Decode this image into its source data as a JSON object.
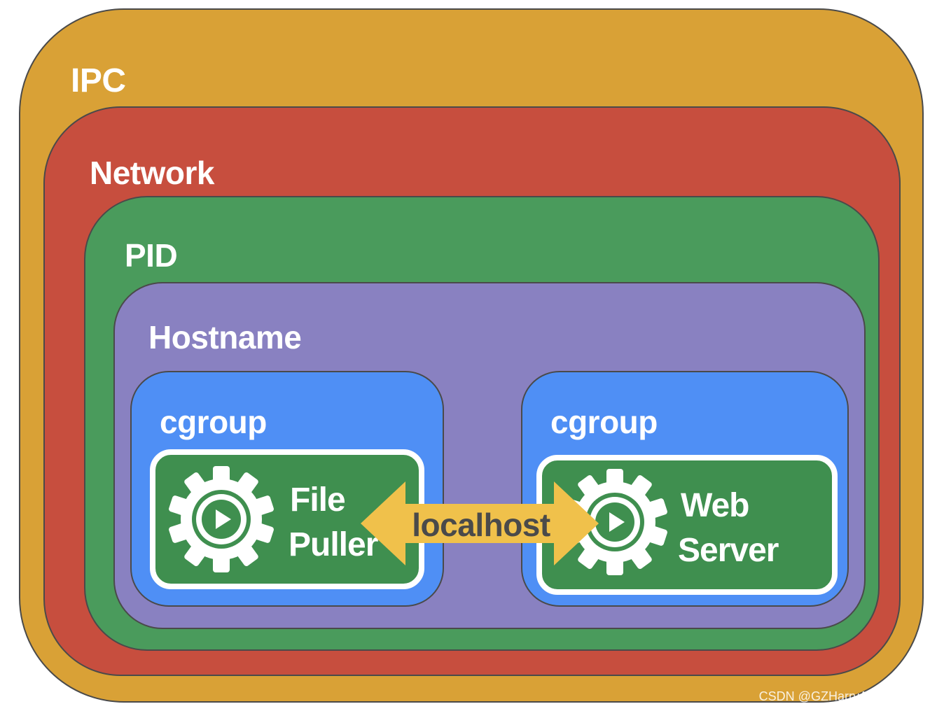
{
  "layers": {
    "ipc": {
      "label": "IPC",
      "color": "#d9a136"
    },
    "network": {
      "label": "Network",
      "color": "#c74e3e"
    },
    "pid": {
      "label": "PID",
      "color": "#4a9b5c"
    },
    "hostname": {
      "label": "Hostname",
      "color": "#8981c1"
    }
  },
  "cgroups": [
    {
      "label": "cgroup",
      "color": "#4f8ff5"
    },
    {
      "label": "cgroup",
      "color": "#4f8ff5"
    }
  ],
  "containers": [
    {
      "line1": "File",
      "line2": "Puller",
      "icon": "gear-play-icon"
    },
    {
      "line1": "Web",
      "line2": "Server",
      "icon": "gear-play-icon"
    }
  ],
  "link": {
    "label": "localhost",
    "color": "#f0c14b",
    "icon": "double-arrow-icon"
  },
  "watermark": "CSDN @GZHarryAnonymous"
}
